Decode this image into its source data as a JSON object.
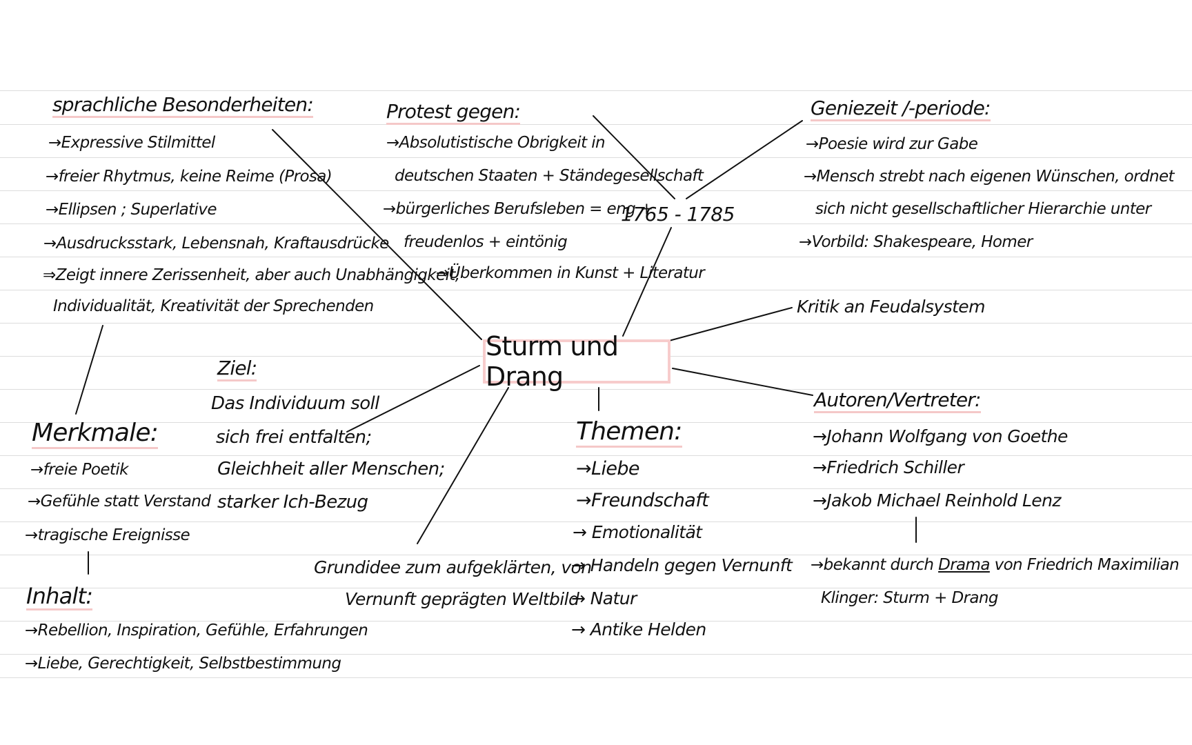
{
  "center": {
    "title": "Sturm und Drang",
    "dates": "1765 - 1785"
  },
  "sprachliche": {
    "heading": "sprachliche Besonderheiten:",
    "items": [
      "→Expressive Stilmittel",
      "→freier Rhytmus, keine Reime (Prosa)",
      "→Ellipsen ; Superlative",
      "→Ausdrucksstark, Lebensnah, Kraftausdrücke",
      "⇒Zeigt innere Zerissenheit, aber auch Unabhängigkeit,",
      "Individualität, Kreativität der Sprechenden"
    ]
  },
  "protest": {
    "heading": "Protest gegen:",
    "items": [
      "→Absolutistische Obrigkeit in",
      "deutschen Staaten + Ständegesellschaft",
      "→bürgerliches Berufsleben = eng +",
      "freudenlos + eintönig",
      "→Überkommen in Kunst + Literatur"
    ]
  },
  "geniezeit": {
    "heading": "Geniezeit /-periode:",
    "items": [
      "→Poesie wird zur Gabe",
      "→Mensch strebt nach eigenen Wünschen, ordnet",
      "sich nicht gesellschaftlicher Hierarchie unter",
      "→Vorbild: Shakespeare, Homer"
    ]
  },
  "kritik": "Kritik an Feudalsystem",
  "ziel": {
    "heading": "Ziel:",
    "items": [
      "Das Individuum soll",
      "sich frei entfalten;",
      "Gleichheit aller Menschen;",
      "starker Ich-Bezug"
    ]
  },
  "merkmale": {
    "heading": "Merkmale:",
    "items": [
      "→freie Poetik",
      "→Gefühle statt Verstand",
      "→tragische Ereignisse"
    ]
  },
  "inhalt": {
    "heading": "Inhalt:",
    "items": [
      "→Rebellion, Inspiration, Gefühle, Erfahrungen",
      "→Liebe, Gerechtigkeit, Selbstbestimmung"
    ]
  },
  "grundidee": {
    "lines": [
      "Grundidee zum aufgeklärten, von",
      "Vernunft geprägten Weltbild"
    ]
  },
  "themen": {
    "heading": "Themen:",
    "items": [
      "→Liebe",
      "→Freundschaft",
      "→ Emotionalität",
      "→ Handeln gegen Vernunft",
      "→ Natur",
      "→ Antike Helden"
    ]
  },
  "autoren": {
    "heading": "Autoren/Vertreter:",
    "items": [
      "→Johann Wolfgang von Goethe",
      "→Friedrich Schiller",
      "→Jakob Michael Reinhold Lenz"
    ],
    "bekannt_pre": "→bekannt durch ",
    "bekannt_drama": "Drama",
    "bekannt_post": " von Friedrich Maximilian",
    "bekannt_line2": "Klinger: Sturm + Drang"
  },
  "colors": {
    "accent": "#f7cccc",
    "rule": "#dcdcdc",
    "ink": "#111111"
  }
}
